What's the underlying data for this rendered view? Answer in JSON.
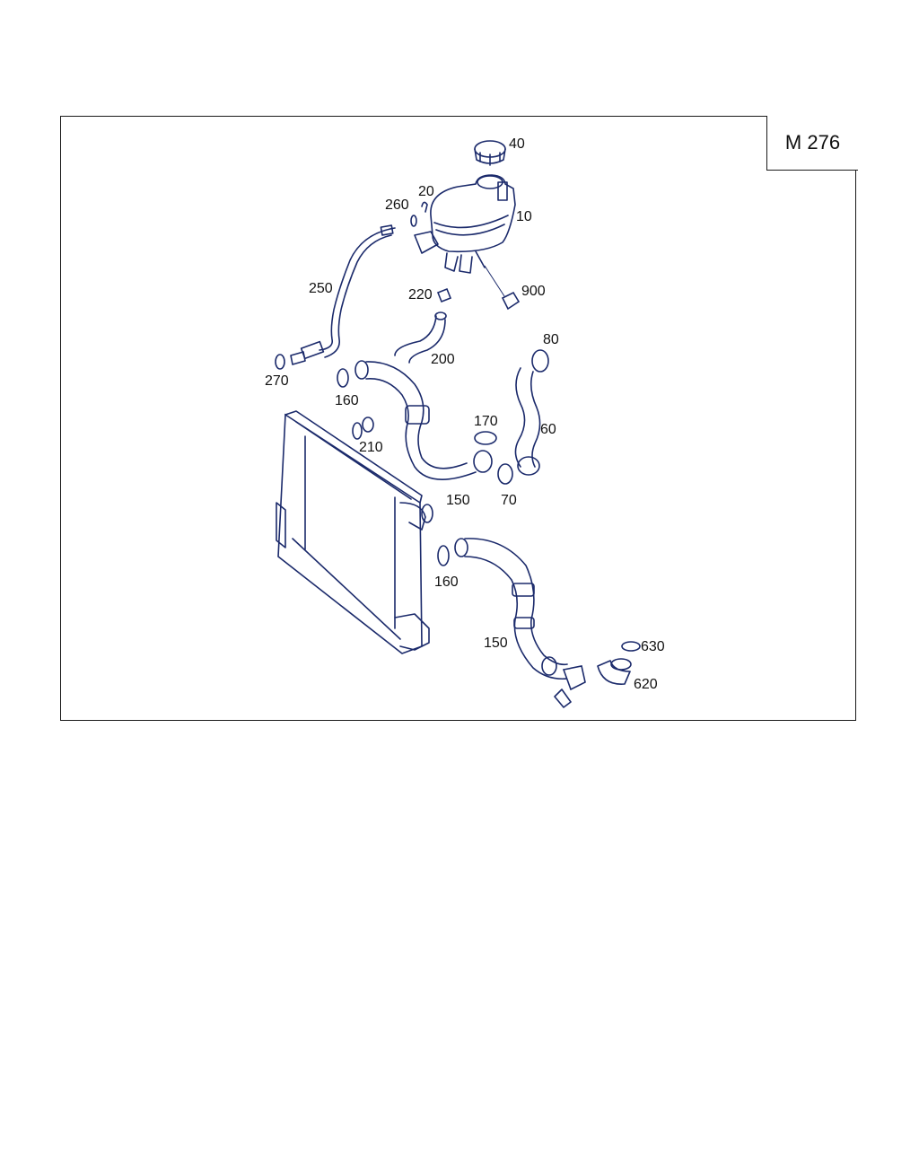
{
  "model_label": "M 276",
  "colors": {
    "line": "#1b2a6b",
    "frame": "#1a1a1a",
    "text": "#111111"
  },
  "callouts": {
    "c40": "40",
    "c20": "20",
    "c260": "260",
    "c10": "10",
    "c250": "250",
    "c220": "220",
    "c900": "900",
    "c80": "80",
    "c200": "200",
    "c270": "270",
    "c160a": "160",
    "c170": "170",
    "c60": "60",
    "c210": "210",
    "c150a": "150",
    "c70": "70",
    "c160b": "160",
    "c150b": "150",
    "c630": "630",
    "c620": "620"
  }
}
